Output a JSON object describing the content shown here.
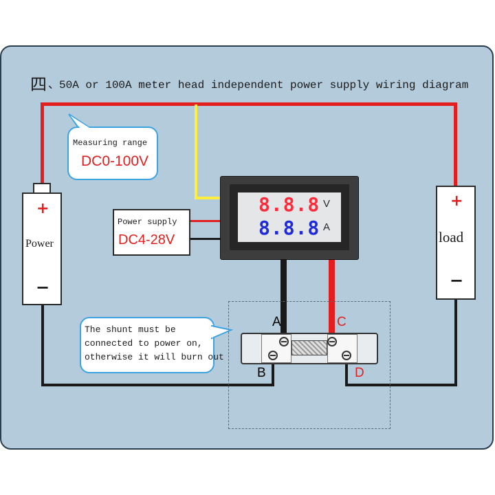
{
  "title": {
    "prefix": "四",
    "text": "、50A or 100A meter head independent power supply wiring diagram"
  },
  "measuring_bubble": {
    "label": "Measuring range",
    "value": "DC0-100V"
  },
  "power_supply_box": {
    "label": "Power supply",
    "value": "DC4-28V"
  },
  "meter": {
    "top_digits": "8.8.8",
    "top_unit": "V",
    "bottom_digits": "8.8.8",
    "bottom_unit": "A"
  },
  "power_battery": {
    "plus": "+",
    "label": "Power",
    "minus": "−"
  },
  "load_box": {
    "plus": "+",
    "label": "load",
    "minus": "−"
  },
  "shunt_bubble": {
    "line1": "The shunt must be",
    "line2": "connected to power on,",
    "line3": "otherwise it will burn out"
  },
  "terminals": {
    "a": "A",
    "b": "B",
    "c": "C",
    "d": "D"
  },
  "colors": {
    "panel": "#b3cbdb",
    "red_wire": "#e21e1e",
    "black_wire": "#1a1a1a",
    "yellow_wire": "#ffee3a",
    "voltage_digits": "#ff2a3a",
    "current_digits": "#1f2ad8",
    "bubble_border": "#3aa3e0"
  }
}
